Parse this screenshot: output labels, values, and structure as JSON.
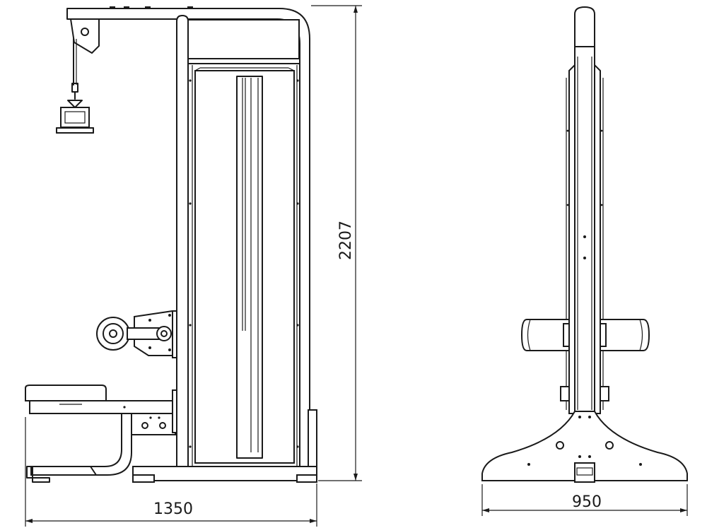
{
  "dimensions": {
    "height": "2207",
    "side_width": "1350",
    "front_width": "950"
  },
  "colors": {
    "line": "#1a1a1a",
    "background": "#ffffff"
  }
}
